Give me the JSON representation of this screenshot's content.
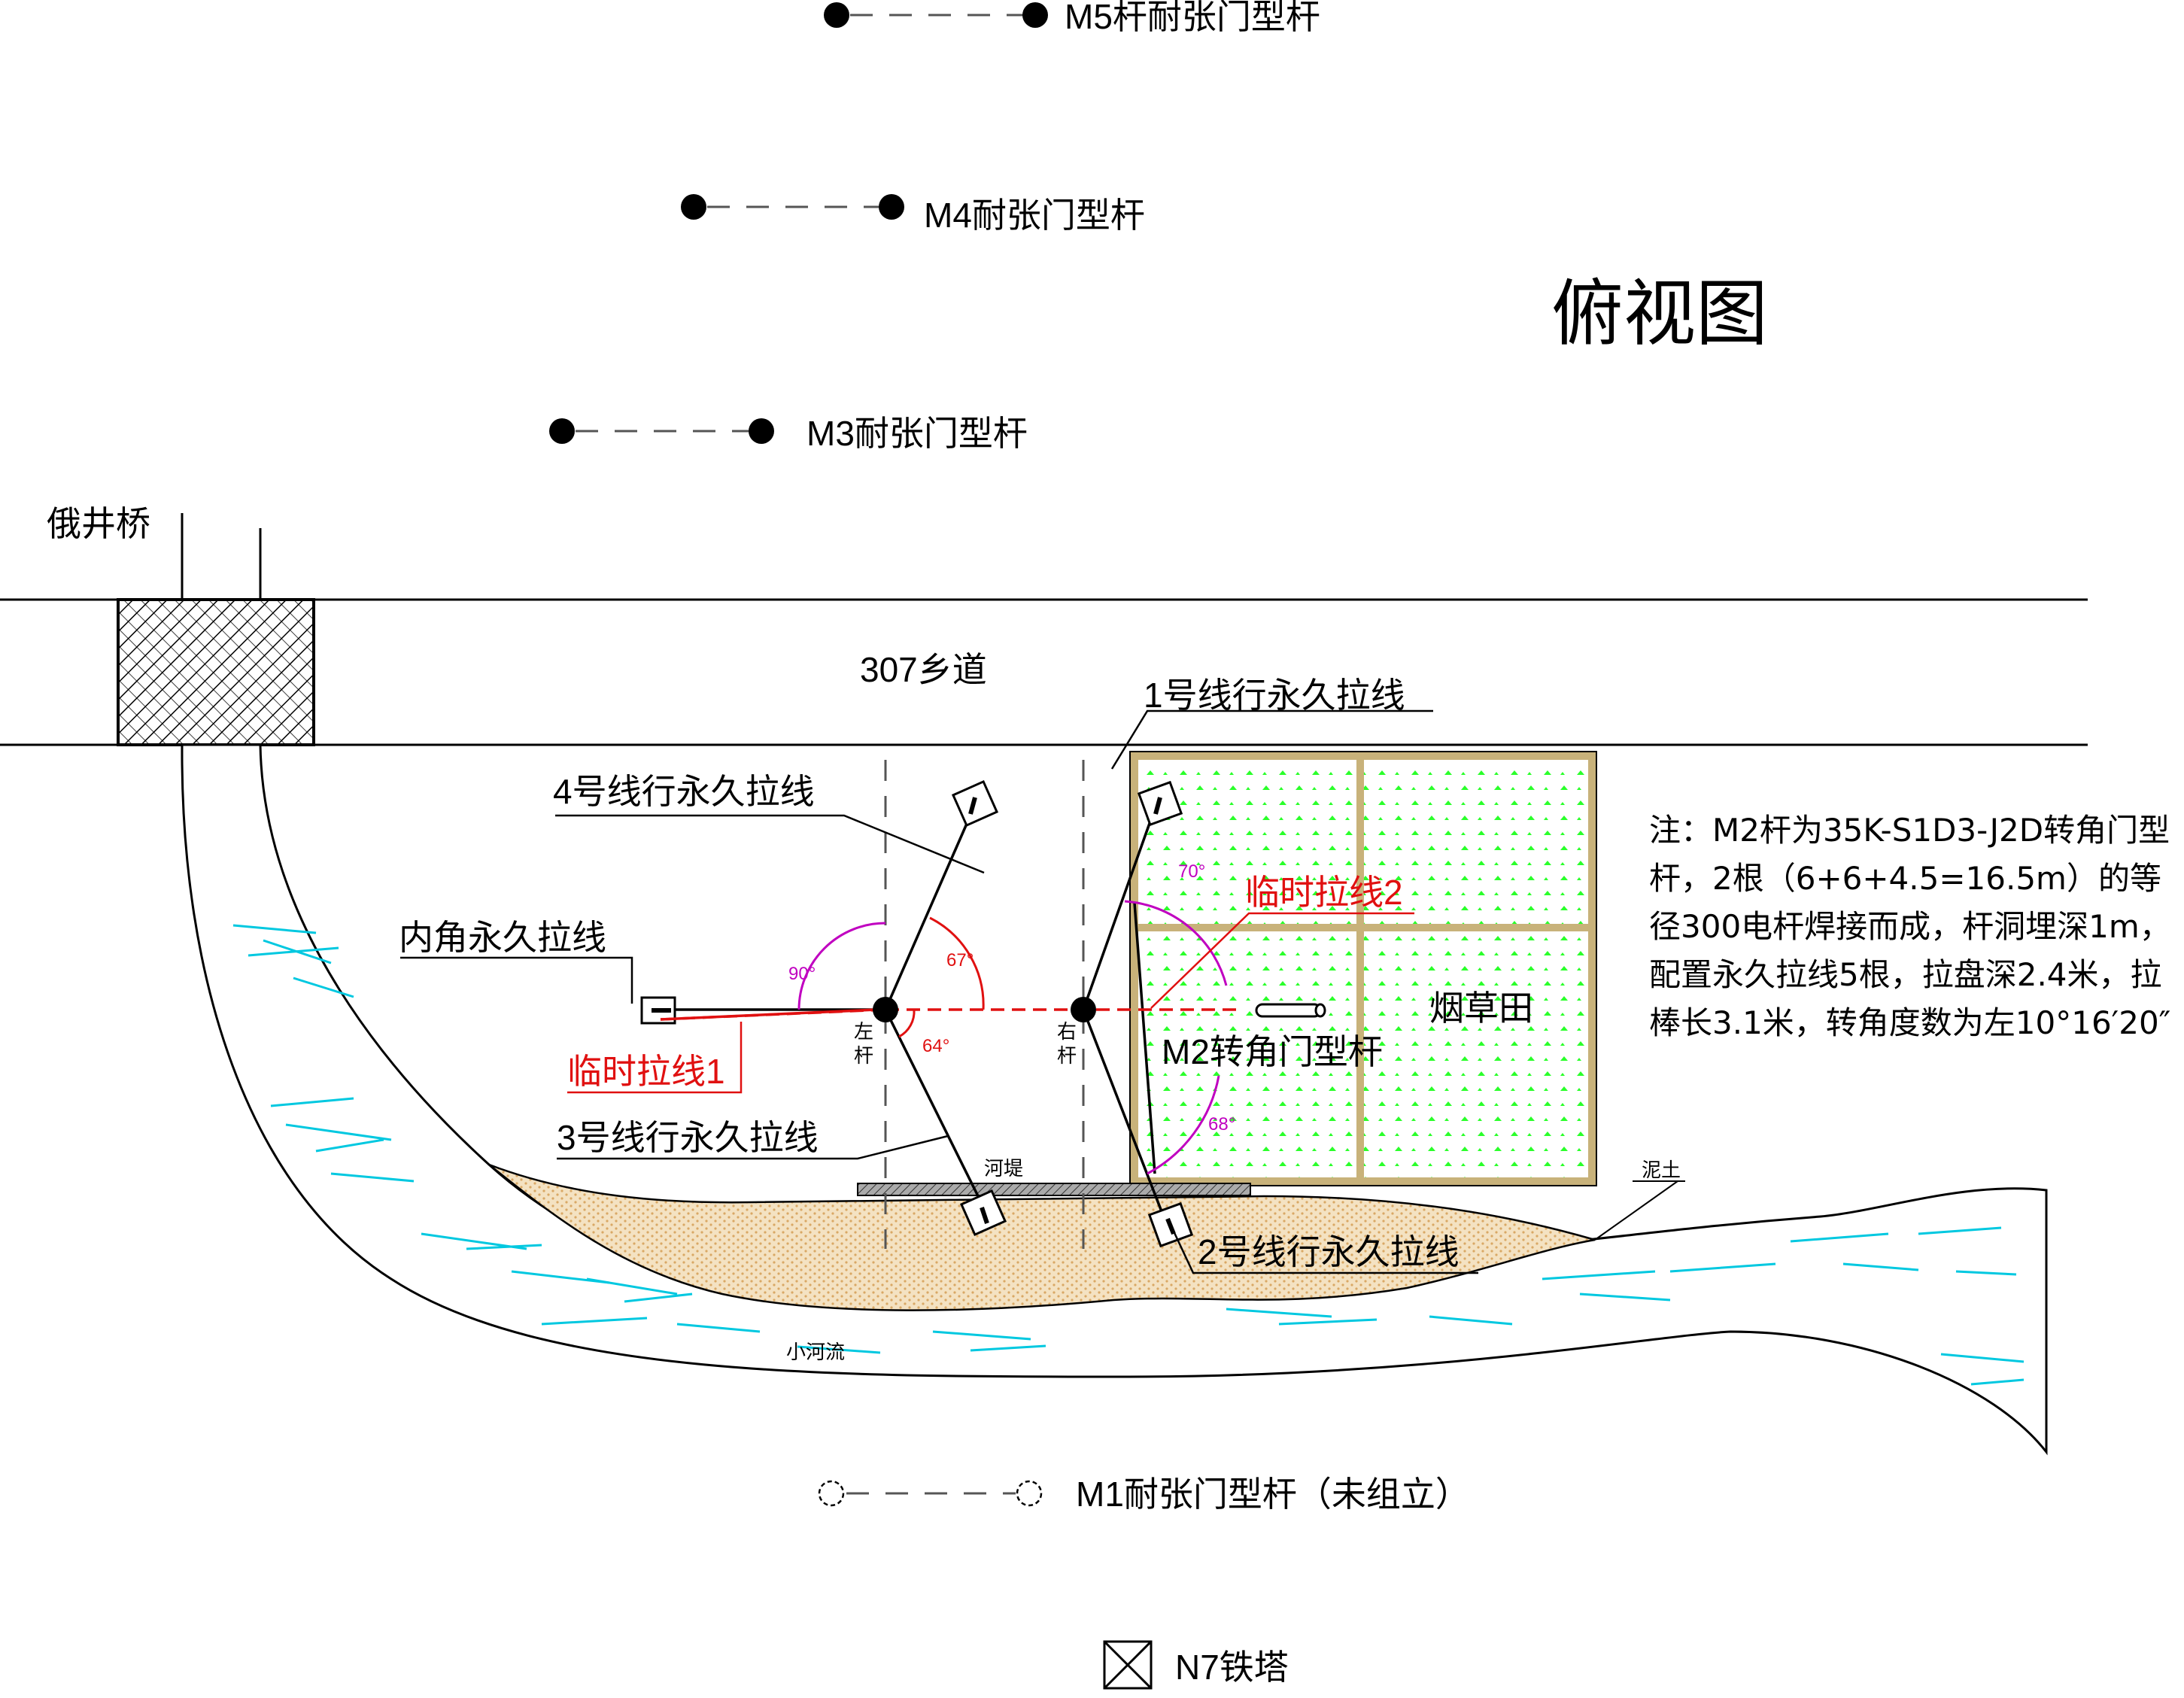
{
  "title": "俯视图",
  "labels": {
    "m5": "M5杆耐张门型杆",
    "m4": "M4耐张门型杆",
    "m3": "M3耐张门型杆",
    "m1": "M1耐张门型杆（未组立）",
    "n7": "N7铁塔",
    "bridge": "俄井桥",
    "road": "307乡道",
    "line1": "1号线行永久拉线",
    "line2": "2号线行永久拉线",
    "line3": "3号线行永久拉线",
    "line4": "4号线行永久拉线",
    "inner": "内角永久拉线",
    "temp1": "临时拉线1",
    "temp2": "临时拉线2",
    "left_pole_1": "左",
    "left_pole_2": "杆",
    "right_pole_1": "右",
    "right_pole_2": "杆",
    "m2": "M2转角门型杆",
    "tobacco": "烟草田",
    "levee": "河堤",
    "mud": "泥土",
    "river": "小河流"
  },
  "angles": {
    "a90": "90°",
    "a67": "67°",
    "a64": "64°",
    "a70": "70°",
    "a68": "68°"
  },
  "note": "注：M2杆为35K-S1D3-J2D转角门型杆，2根（6+6+4.5=16.5m）的等径300电杆焊接而成，杆洞埋深1m，配置永久拉线5根，拉盘深2.4米，拉棒长3.1米，转角度数为左10°16′20″",
  "colors": {
    "temp_line": "#e01010",
    "angle_arc": "#c000c0",
    "field": "#2aff2a",
    "frame": "#c8b27a",
    "water": "#00c8e0",
    "soil": "#e8c99a"
  }
}
